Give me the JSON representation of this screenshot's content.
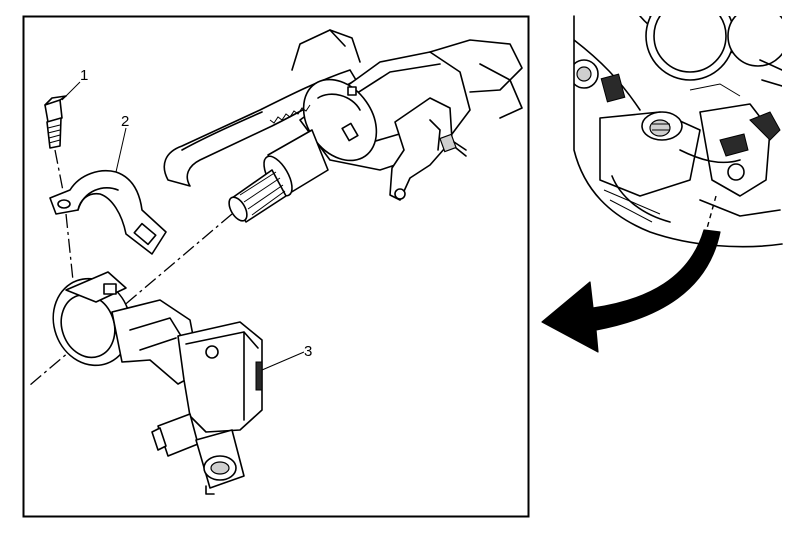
{
  "callouts": [
    {
      "id": "1",
      "label": "1"
    },
    {
      "id": "2",
      "label": "2"
    },
    {
      "id": "3",
      "label": "3"
    }
  ],
  "colors": {
    "line": "#000000",
    "background": "#ffffff",
    "shade": "#cfcfcf"
  }
}
